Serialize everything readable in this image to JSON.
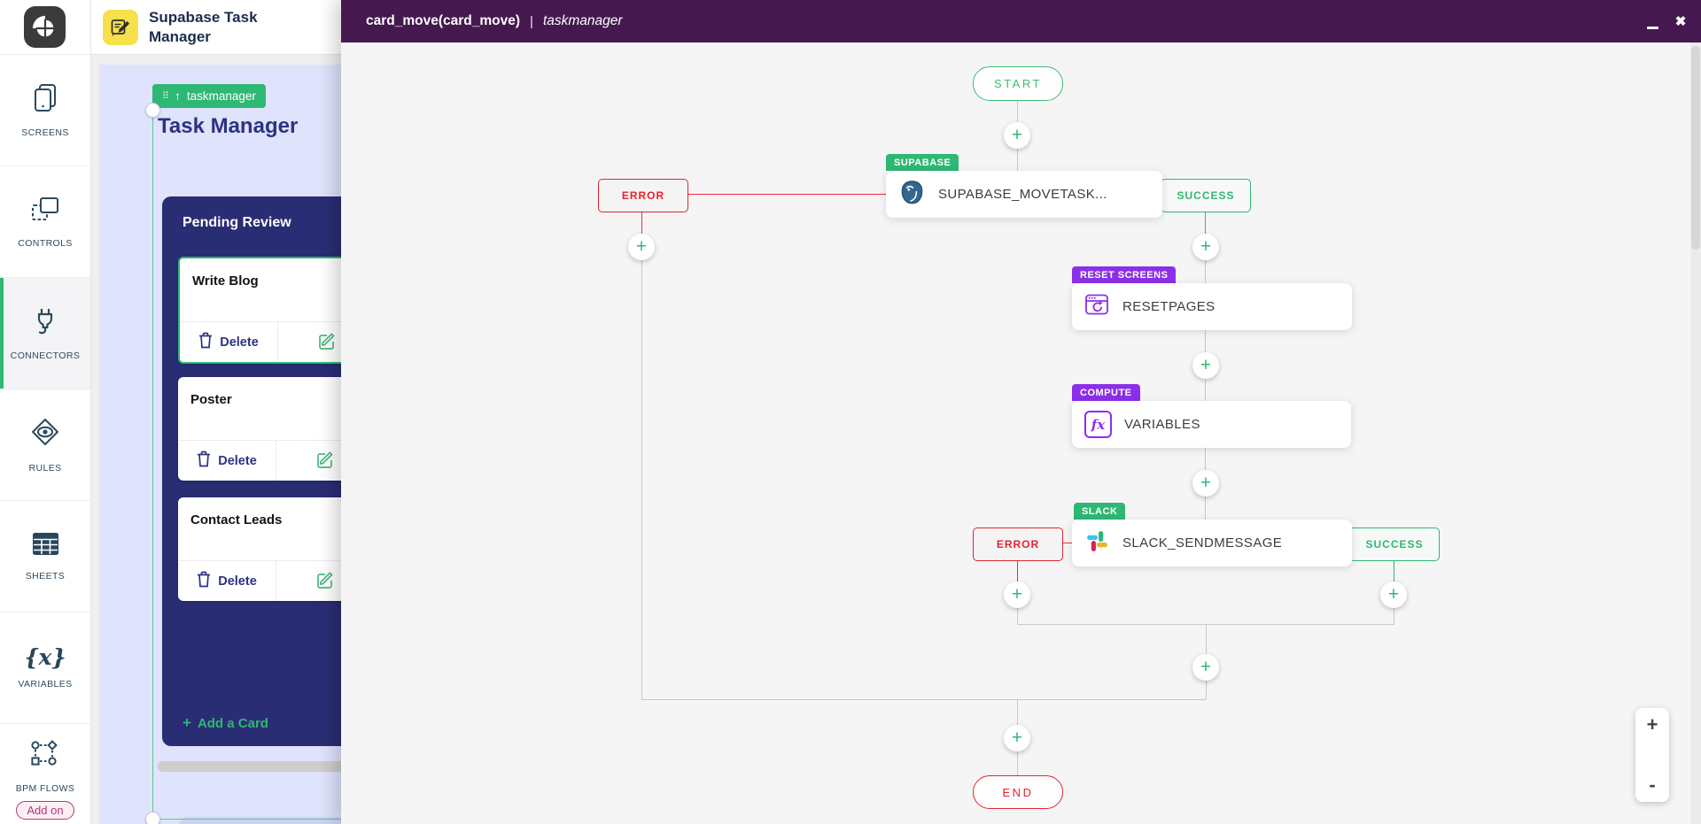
{
  "app_header": {
    "title": "Supabase Task Manager"
  },
  "sidebar": {
    "items": [
      {
        "label": "SCREENS"
      },
      {
        "label": "CONTROLS"
      },
      {
        "label": "CONNECTORS"
      },
      {
        "label": "RULES"
      },
      {
        "label": "SHEETS"
      },
      {
        "label": "VARIABLES"
      },
      {
        "label": "BPM FLOWS",
        "badge": "Add on"
      }
    ]
  },
  "canvas": {
    "screen_tag_label": "taskmanager",
    "screen_title": "Task Manager",
    "column": {
      "title": "Pending Review",
      "cards": [
        {
          "title": "Write Blog",
          "delete_label": "Delete"
        },
        {
          "title": "Poster",
          "delete_label": "Delete"
        },
        {
          "title": "Contact Leads",
          "delete_label": "Delete"
        }
      ],
      "add_card_label": "Add a Card"
    }
  },
  "modal": {
    "title": "card_move(card_move)",
    "separator": "|",
    "subtitle": "taskmanager",
    "flow": {
      "start_label": "START",
      "end_label": "END",
      "error_label": "ERROR",
      "success_label": "SUCCESS",
      "nodes": [
        {
          "tag": "SUPABASE",
          "label": "SUPABASE_MOVETASK...",
          "icon": "postgres-icon"
        },
        {
          "tag": "RESET SCREENS",
          "label": "RESETPAGES",
          "icon": "reset-screens-icon"
        },
        {
          "tag": "COMPUTE",
          "label": "VARIABLES",
          "icon": "fx-icon"
        },
        {
          "tag": "SLACK",
          "label": "SLACK_SENDMESSAGE",
          "icon": "slack-icon"
        }
      ]
    },
    "zoom_controls": {
      "zoom_in": "+",
      "zoom_out": "-"
    }
  },
  "icons": {
    "plus": "+",
    "up_arrow": "↑",
    "drag_handle": "⠿",
    "close": "✖",
    "fx": "fx",
    "variables_glyph": "{x}"
  },
  "colors": {
    "accent_green": "#2eb873",
    "tag_purple": "#8b30e8",
    "error_red": "#e8222d",
    "column_indigo": "#292d74",
    "modal_header_purple": "#45194f",
    "heading_navy": "#2d3282",
    "postgres_blue": "#336791",
    "app_icon_yellow": "#f6e04b",
    "slack_palette": [
      "#36C5F0",
      "#2EB67D",
      "#ECB22E",
      "#E01E5A"
    ]
  }
}
